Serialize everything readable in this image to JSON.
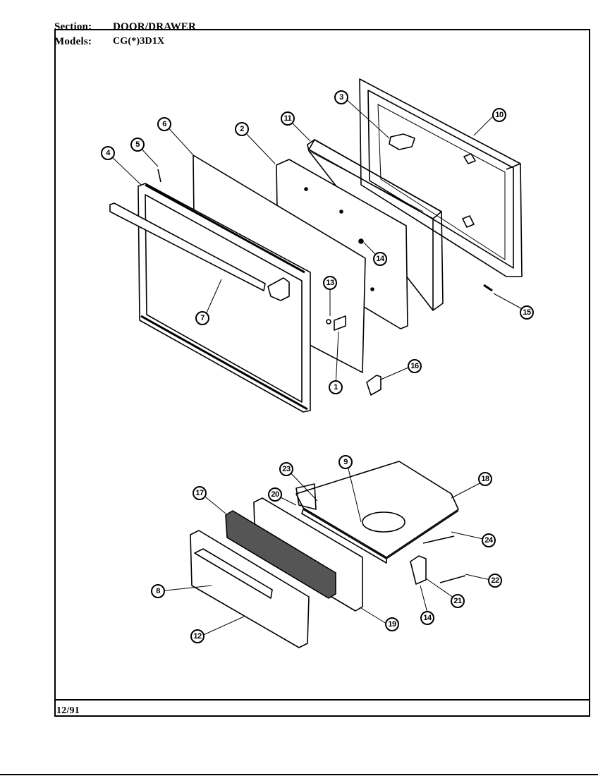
{
  "header": {
    "section_label": "Section:",
    "section_value": "DOOR/DRAWER",
    "models_label": "Models:",
    "models_value": "CG(*)3D1X"
  },
  "footer": {
    "date": "12/91"
  },
  "callouts": [
    "1",
    "2",
    "3",
    "4",
    "5",
    "6",
    "7",
    "8",
    "9",
    "10",
    "11",
    "12",
    "13",
    "14",
    "14",
    "15",
    "16",
    "17",
    "18",
    "19",
    "20",
    "21",
    "22",
    "23",
    "24"
  ]
}
